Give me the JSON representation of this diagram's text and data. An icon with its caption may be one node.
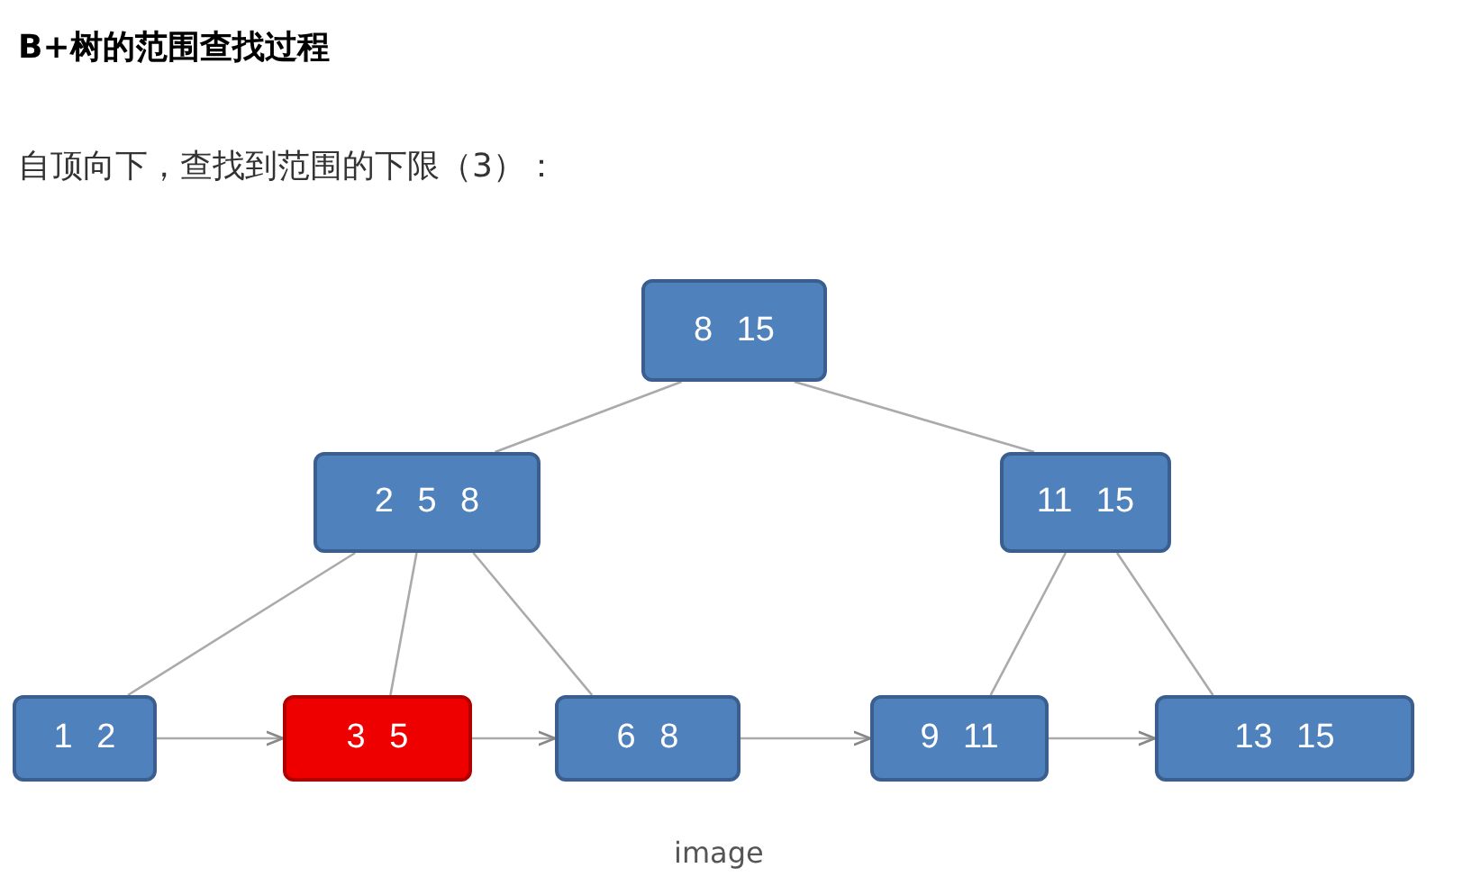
{
  "diagram": {
    "title": "B+树的范围查找过程",
    "nodes": [
      {
        "text": [
          "8 15"
        ]
      },
      {
        "text": [
          "2 5 8"
        ]
      },
      {
        "text": [
          "11 15"
        ]
      },
      {
        "text": [
          "1 2"
        ]
      },
      {
        "text": [
          "3 5"
        ]
      },
      {
        "text": [
          "6 8"
        ]
      },
      {
        "text": [
          "9 11"
        ]
      },
      {
        "text": [
          "13 15"
        ]
      }
    ],
    "edges": [
      {
        "from": 0,
        "to": 1,
        "arrow": "none"
      },
      {
        "from": 0,
        "to": 2,
        "arrow": "none"
      },
      {
        "from": 1,
        "to": 3,
        "arrow": "none"
      },
      {
        "from": 1,
        "to": 4,
        "arrow": "none"
      },
      {
        "from": 1,
        "to": 5,
        "arrow": "none"
      },
      {
        "from": 2,
        "to": 6,
        "arrow": "none"
      },
      {
        "from": 2,
        "to": 7,
        "arrow": "none"
      },
      {
        "from": 3,
        "to": 4,
        "arrow": "to"
      },
      {
        "from": 4,
        "to": 5,
        "arrow": "to"
      },
      {
        "from": 5,
        "to": 6,
        "arrow": "to"
      },
      {
        "from": 6,
        "to": 7,
        "arrow": "to"
      }
    ],
    "labels": [
      "自顶向下，查找到范围的下限（3）："
    ],
    "caption": "image"
  }
}
